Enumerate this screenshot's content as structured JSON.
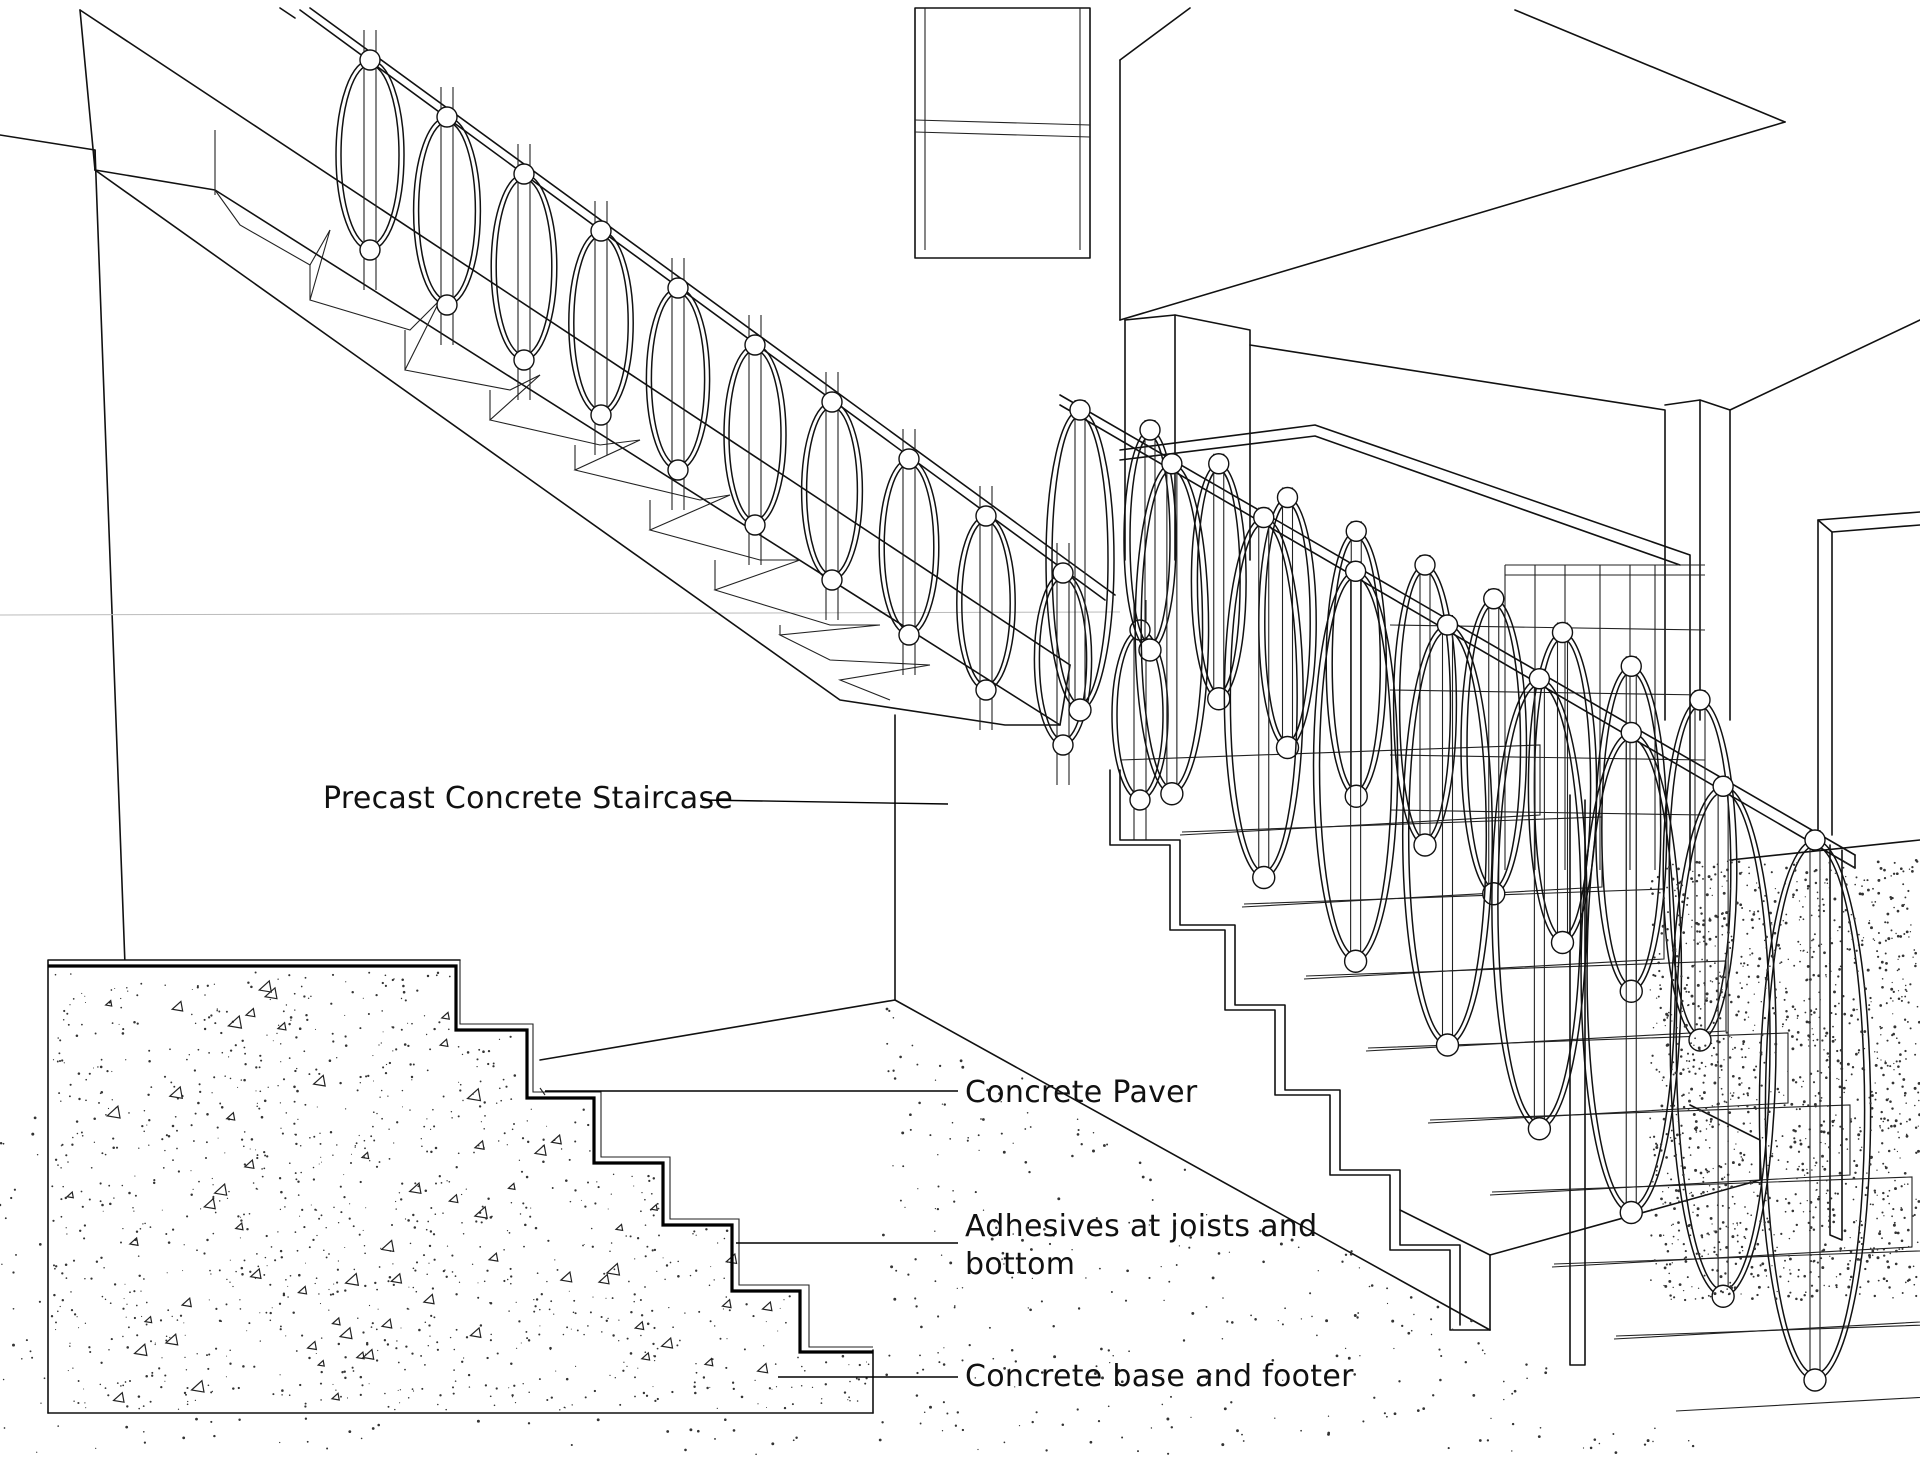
{
  "drawing": {
    "subject": "Precast Concrete Staircase"
  },
  "labels": [
    {
      "id": "staircase",
      "text": "Precast Concrete Staircase"
    },
    {
      "id": "paver",
      "text": "Concrete Paver"
    },
    {
      "id": "adhesives",
      "lines": [
        "Adhesives at joists and",
        "bottom"
      ]
    },
    {
      "id": "base",
      "text": "Concrete base and footer"
    }
  ],
  "colors": {
    "ink": "#111111",
    "paper": "#ffffff"
  }
}
